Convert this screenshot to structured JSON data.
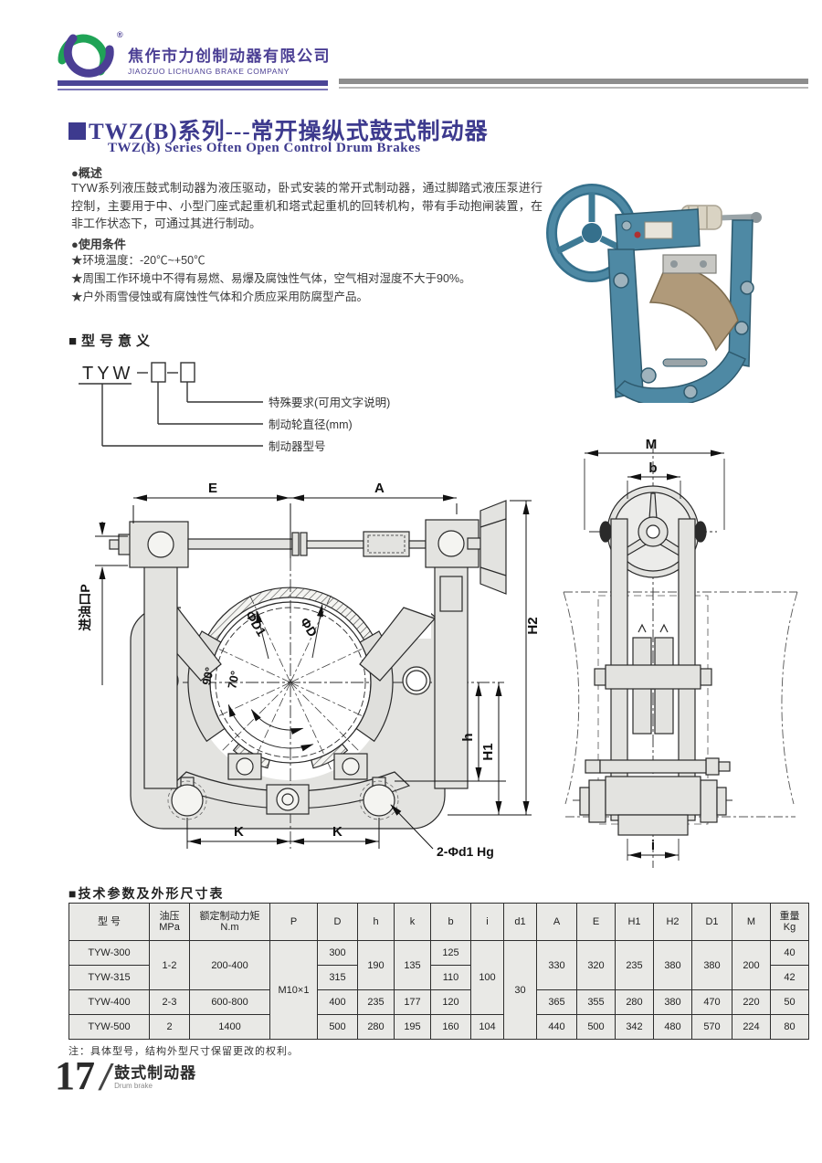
{
  "header": {
    "company_cn": "焦作市力创制动器有限公司",
    "company_en": "JIAOZUO LICHUANG BRAKE COMPANY",
    "registered_mark": "®"
  },
  "title": {
    "main": "TWZ(B)系列---常开操纵式鼓式制动器",
    "sub": "TWZ(B) Series Often Open Control Drum Brakes"
  },
  "overview": {
    "heading": "●概述",
    "body": "TYW系列液压鼓式制动器为液压驱动，卧式安装的常开式制动器，通过脚踏式液压泵进行控制，主要用于中、小型门座式起重机和塔式起重机的回转机构，带有手动抱闸装置，在非工作状态下，可通过其进行制动。"
  },
  "conditions": {
    "heading": "●使用条件",
    "items": [
      "★环境温度：-20℃~+50℃",
      "★周围工作环境中不得有易燃、易爆及腐蚀性气体，空气相对湿度不大于90%。",
      "★户外雨雪侵蚀或有腐蚀性气体和介质应采用防腐型产品。"
    ]
  },
  "model_meaning": {
    "heading": "■型号意义",
    "code": "TYW",
    "labels": {
      "special": "特殊要求(可用文字说明)",
      "diameter": "制动轮直径(mm)",
      "model": "制动器型号"
    }
  },
  "front_view": {
    "dim_e": "E",
    "dim_a": "A",
    "dim_h2": "H2",
    "dim_h": "h",
    "dim_h1": "H1",
    "dim_k1": "K",
    "dim_k2": "K",
    "oil_inlet": "进油口P",
    "phi_d1": "ΦD1",
    "phi_d": "ΦD",
    "angle_90": "90°",
    "angle_70": "70°",
    "anchor_note": "2-Φd1 Hg"
  },
  "side_view": {
    "dim_m": "M",
    "dim_b": "b",
    "dim_i": "i"
  },
  "table": {
    "title": "■技术参数及外形尺寸表",
    "headers": {
      "model": "型 号",
      "oil": "油压",
      "oil_unit": "MPa",
      "torque": "额定制动力矩",
      "torque_unit": "N.m",
      "p": "P",
      "d": "D",
      "h": "h",
      "k": "k",
      "b": "b",
      "i": "i",
      "d1": "d1",
      "a": "A",
      "e": "E",
      "h1": "H1",
      "h2": "H2",
      "big_d1": "D1",
      "m": "M",
      "weight": "重量",
      "weight_unit": "Kg"
    },
    "merged": {
      "oil_12": "1-2",
      "torque_12": "200-400",
      "p_all": "M10×1",
      "h_12": "190",
      "k_12": "135",
      "i_123": "100",
      "d1_all": "30",
      "a_12": "330",
      "e_12": "320",
      "h1_12": "235",
      "h2_12": "380",
      "bigd1_12": "380",
      "m_12": "200"
    },
    "rows": [
      {
        "model": "TYW-300",
        "d": "300",
        "b": "125",
        "weight": "40"
      },
      {
        "model": "TYW-315",
        "d": "315",
        "b": "110",
        "weight": "42"
      },
      {
        "model": "TYW-400",
        "oil": "2-3",
        "torque": "600-800",
        "d": "400",
        "h": "235",
        "k": "177",
        "b": "120",
        "a": "365",
        "e": "355",
        "h1": "280",
        "h2": "380",
        "big_d1": "470",
        "m": "220",
        "weight": "50"
      },
      {
        "model": "TYW-500",
        "oil": "2",
        "torque": "1400",
        "d": "500",
        "h": "280",
        "k": "195",
        "b": "160",
        "i": "104",
        "a": "440",
        "e": "500",
        "h1": "342",
        "h2": "480",
        "big_d1": "570",
        "m": "224",
        "weight": "80"
      }
    ],
    "note": "注：具体型号，结构外型尺寸保留更改的权利。"
  },
  "footer": {
    "page_number": "17",
    "slash": "/",
    "section_cn": "鼓式制动器",
    "section_en": "Drum brake"
  }
}
